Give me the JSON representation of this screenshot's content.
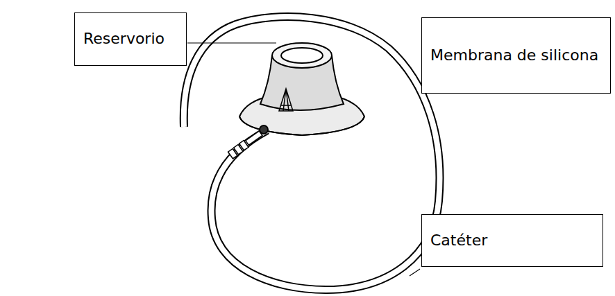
{
  "diagram": {
    "nodes": [
      {
        "text": [
          "Reservorio"
        ]
      },
      {
        "text": [
          "Membrana de silicona"
        ]
      },
      {
        "text": [
          "Catéter"
        ]
      }
    ]
  }
}
